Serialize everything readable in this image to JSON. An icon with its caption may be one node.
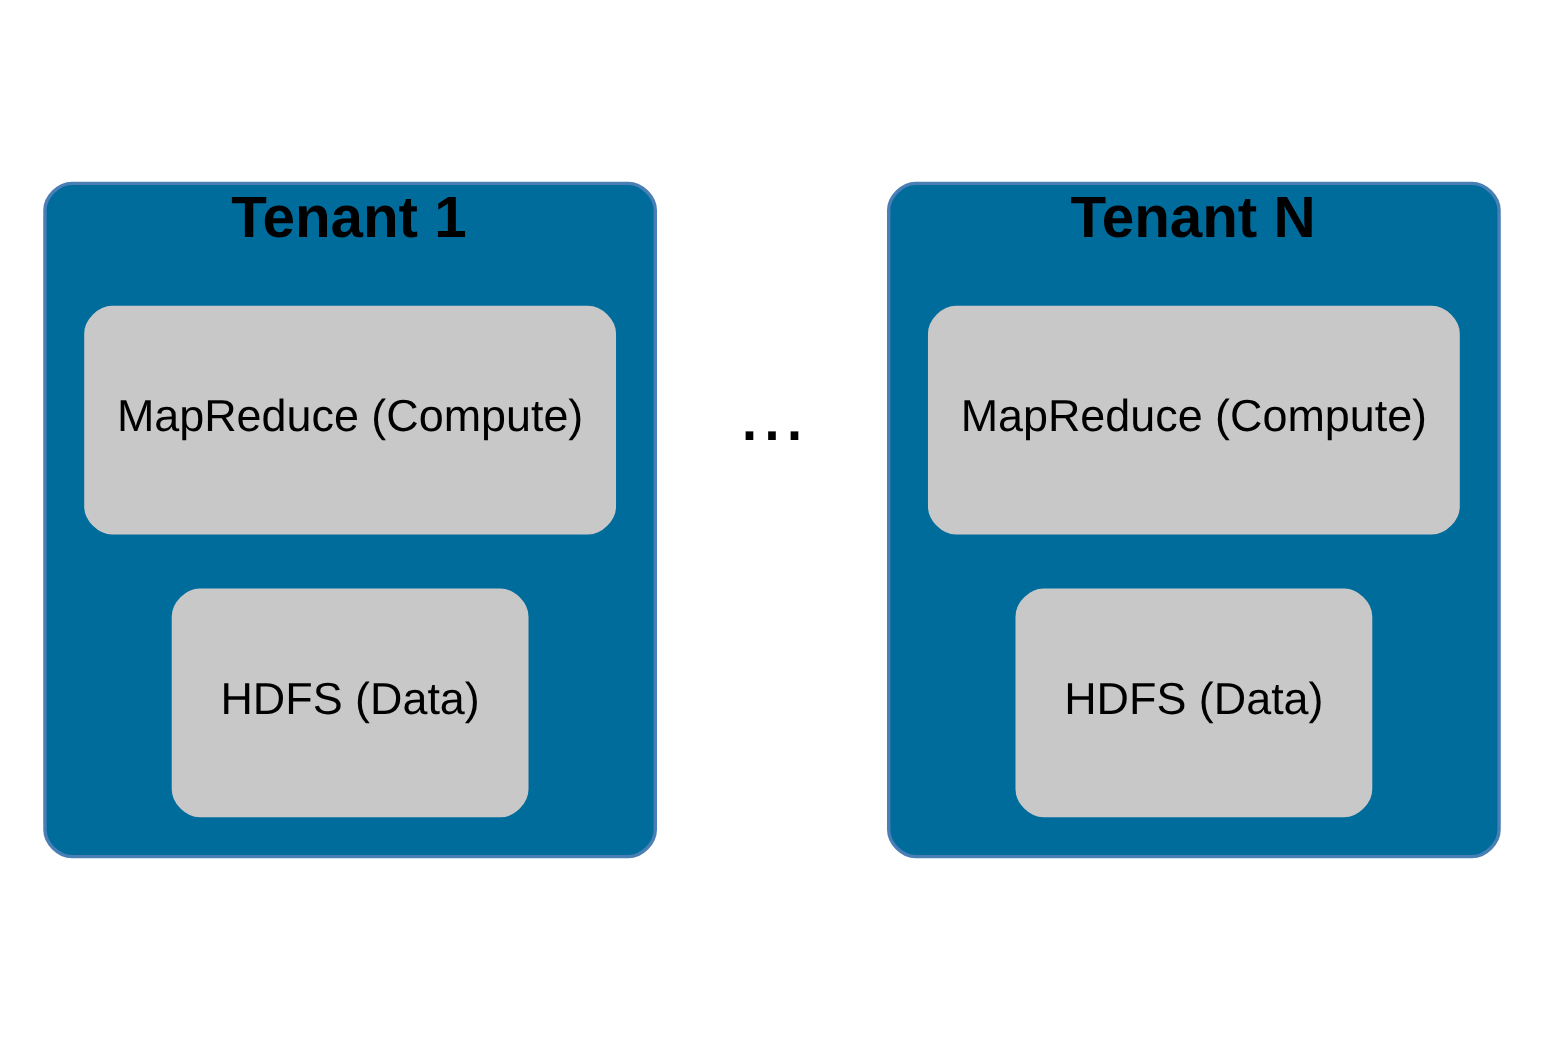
{
  "diagram": {
    "nodes": [
      {
        "text": [
          "Tenant 1"
        ]
      },
      {
        "text": [
          "MapReduce (Compute)"
        ],
        "in": 0
      },
      {
        "text": [
          "HDFS (Data)"
        ],
        "in": 0
      },
      {
        "text": [
          "Tenant N"
        ]
      },
      {
        "text": [
          "MapReduce (Compute)"
        ],
        "in": 3
      },
      {
        "text": [
          "HDFS (Data)"
        ],
        "in": 3
      }
    ],
    "edges": [],
    "labels": [
      "..."
    ]
  }
}
